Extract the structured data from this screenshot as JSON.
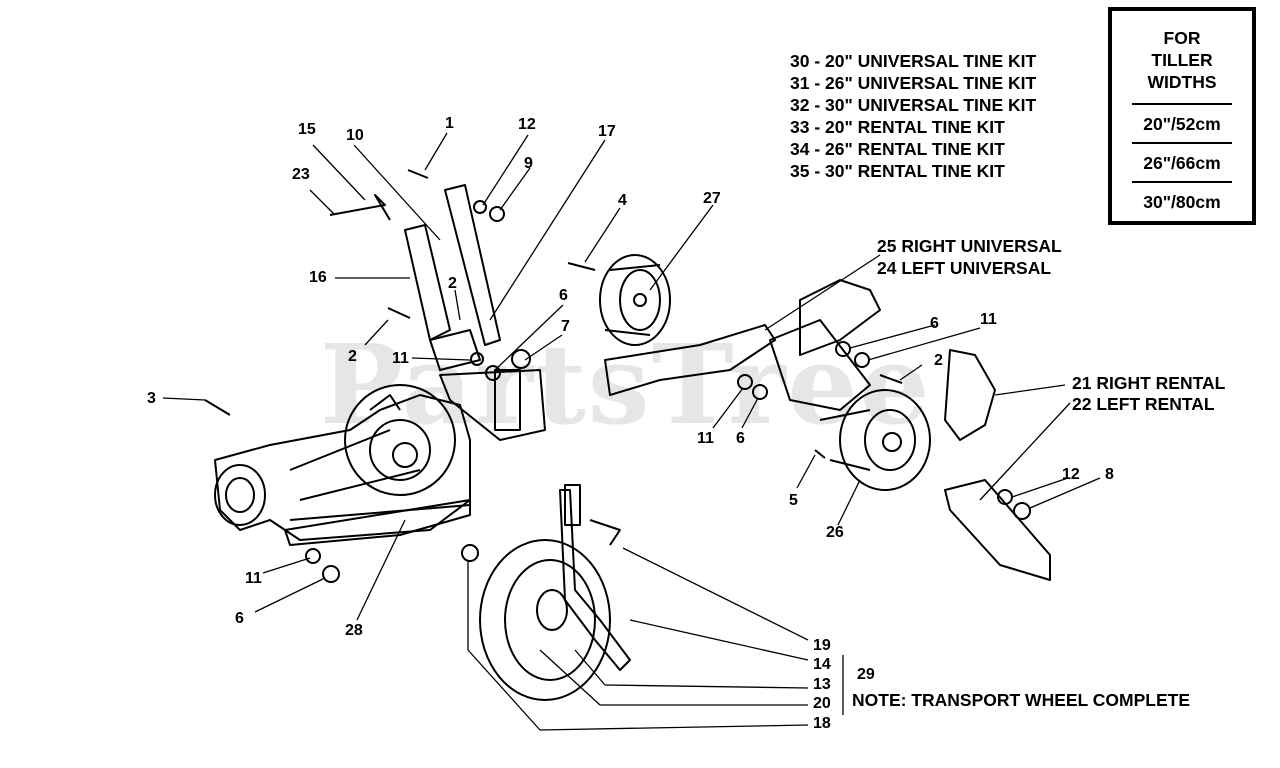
{
  "watermark": "PartsTree",
  "kit_list": [
    "30 - 20\" UNIVERSAL TINE KIT",
    "31 - 26\" UNIVERSAL TINE KIT",
    "32 - 30\" UNIVERSAL TINE KIT",
    "33 - 20\" RENTAL TINE KIT",
    "34 - 26\" RENTAL TINE KIT",
    "35 - 30\" RENTAL TINE KIT"
  ],
  "width_box": {
    "header": [
      "FOR",
      "TILLER",
      "WIDTHS"
    ],
    "widths": [
      "20\"/52cm",
      "26\"/66cm",
      "30\"/80cm"
    ]
  },
  "callouts": {
    "c1": "1",
    "c2a": "2",
    "c2b": "2",
    "c2c": "2",
    "c3": "3",
    "c4": "4",
    "c5": "5",
    "c6a": "6",
    "c6b": "6",
    "c6c": "6",
    "c6d": "6",
    "c7": "7",
    "c8": "8",
    "c9": "9",
    "c10": "10",
    "c11a": "11",
    "c11b": "11",
    "c11c": "11",
    "c11d": "11",
    "c12a": "12",
    "c12b": "12",
    "c13": "13",
    "c14": "14",
    "c15": "15",
    "c16": "16",
    "c17": "17",
    "c18": "18",
    "c19": "19",
    "c20": "20",
    "c23": "23",
    "c26": "26",
    "c27": "27",
    "c28": "28",
    "c29": "29",
    "c25": "25 RIGHT UNIVERSAL",
    "c24": "24 LEFT UNIVERSAL",
    "c21": "21 RIGHT RENTAL",
    "c22": "22 LEFT RENTAL"
  },
  "note": "NOTE:  TRANSPORT WHEEL COMPLETE"
}
